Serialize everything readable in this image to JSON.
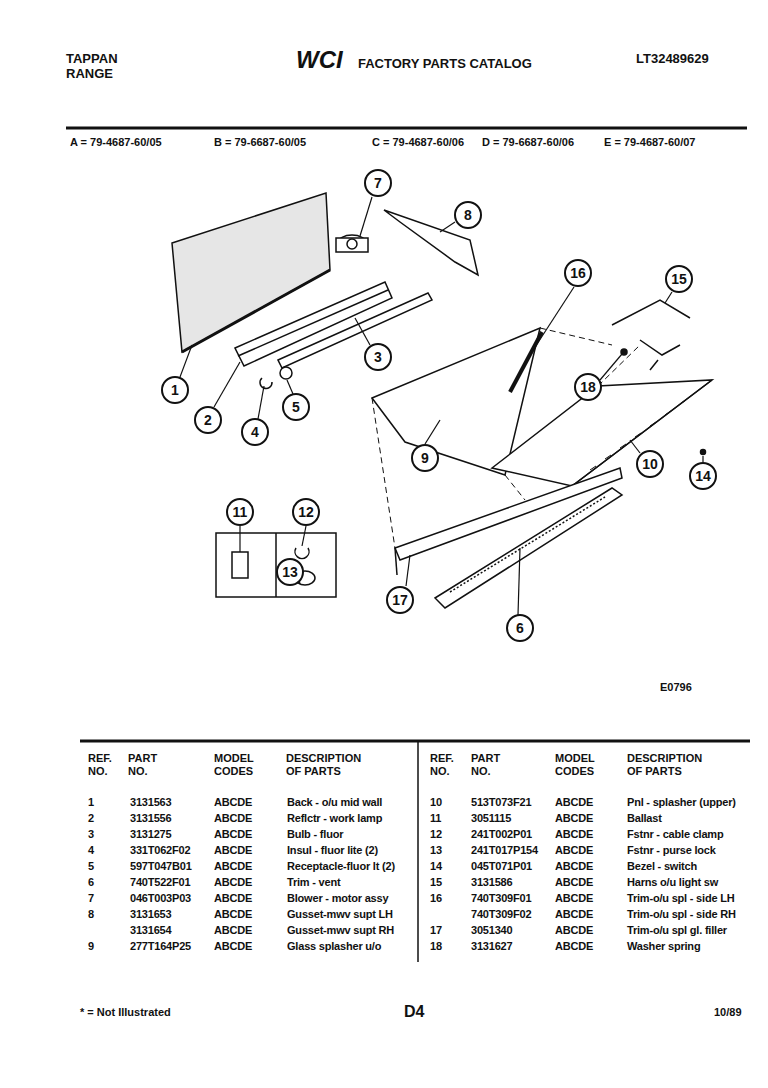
{
  "diagram": {
    "title": "FACTORY PARTS CATALOG",
    "nodes": [
      {
        "text": [
          "1"
        ]
      },
      {
        "text": [
          "2"
        ]
      },
      {
        "text": [
          "3"
        ]
      },
      {
        "text": [
          "4"
        ]
      },
      {
        "text": [
          "5"
        ]
      },
      {
        "text": [
          "6"
        ]
      },
      {
        "text": [
          "7"
        ]
      },
      {
        "text": [
          "8"
        ]
      },
      {
        "text": [
          "9"
        ]
      },
      {
        "text": [
          "10"
        ]
      },
      {
        "text": [
          "11"
        ]
      },
      {
        "text": [
          "12"
        ]
      },
      {
        "text": [
          "13"
        ]
      },
      {
        "text": [
          "14"
        ]
      },
      {
        "text": [
          "15"
        ]
      },
      {
        "text": [
          "16"
        ]
      },
      {
        "text": [
          "17"
        ]
      },
      {
        "text": [
          "18"
        ]
      }
    ],
    "labels": [
      "TAPPAN RANGE",
      "WCI",
      "LT32489629",
      "A = 79-4687-60/05",
      "B = 79-6687-60/05",
      "C = 79-4687-60/06",
      "D = 79-6687-60/06",
      "E = 79-4687-60/07",
      "E0796",
      "REF. NO.",
      "PART NO.",
      "MODEL CODES",
      "DESCRIPTION OF PARTS",
      "REF. NO.",
      "PART NO.",
      "MODEL CODES",
      "DESCRIPTION OF PARTS",
      "1",
      "3131563",
      "ABCDE",
      "Back - o/u mid wall",
      "2",
      "3131556",
      "ABCDE",
      "Reflctr - work lamp",
      "3",
      "3131275",
      "ABCDE",
      "Bulb - fluor",
      "4",
      "331T062F02",
      "ABCDE",
      "Insul - fluor lite (2)",
      "5",
      "597T047B01",
      "ABCDE",
      "Receptacle-fluor lt (2)",
      "6",
      "740T522F01",
      "ABCDE",
      "Trim - vent",
      "7",
      "046T003P03",
      "ABCDE",
      "Blower - motor assy",
      "8",
      "3131653",
      "ABCDE",
      "Gusset-mwv supt LH",
      "3131654",
      "ABCDE",
      "Gusset-mwv supt RH",
      "9",
      "277T164P25",
      "ABCDE",
      "Glass splasher u/o",
      "10",
      "513T073F21",
      "ABCDE",
      "Pnl - splasher (upper)",
      "11",
      "3051115",
      "ABCDE",
      "Ballast",
      "12",
      "241T002P01",
      "ABCDE",
      "Fstnr - cable clamp",
      "13",
      "241T017P154",
      "ABCDE",
      "Fstnr - purse lock",
      "14",
      "045T071P01",
      "ABCDE",
      "Bezel - switch",
      "15",
      "3131586",
      "ABCDE",
      "Harns o/u light sw",
      "16",
      "740T309F01",
      "ABCDE",
      "Trim-o/u spl - side LH",
      "740T309F02",
      "ABCDE",
      "Trim-o/u spl - side RH",
      "17",
      "3051340",
      "ABCDE",
      "Trim-o/u spl gl. filler",
      "18",
      "3131627",
      "ABCDE",
      "Washer spring",
      "* = Not Illustrated",
      "D4",
      "10/89"
    ]
  }
}
